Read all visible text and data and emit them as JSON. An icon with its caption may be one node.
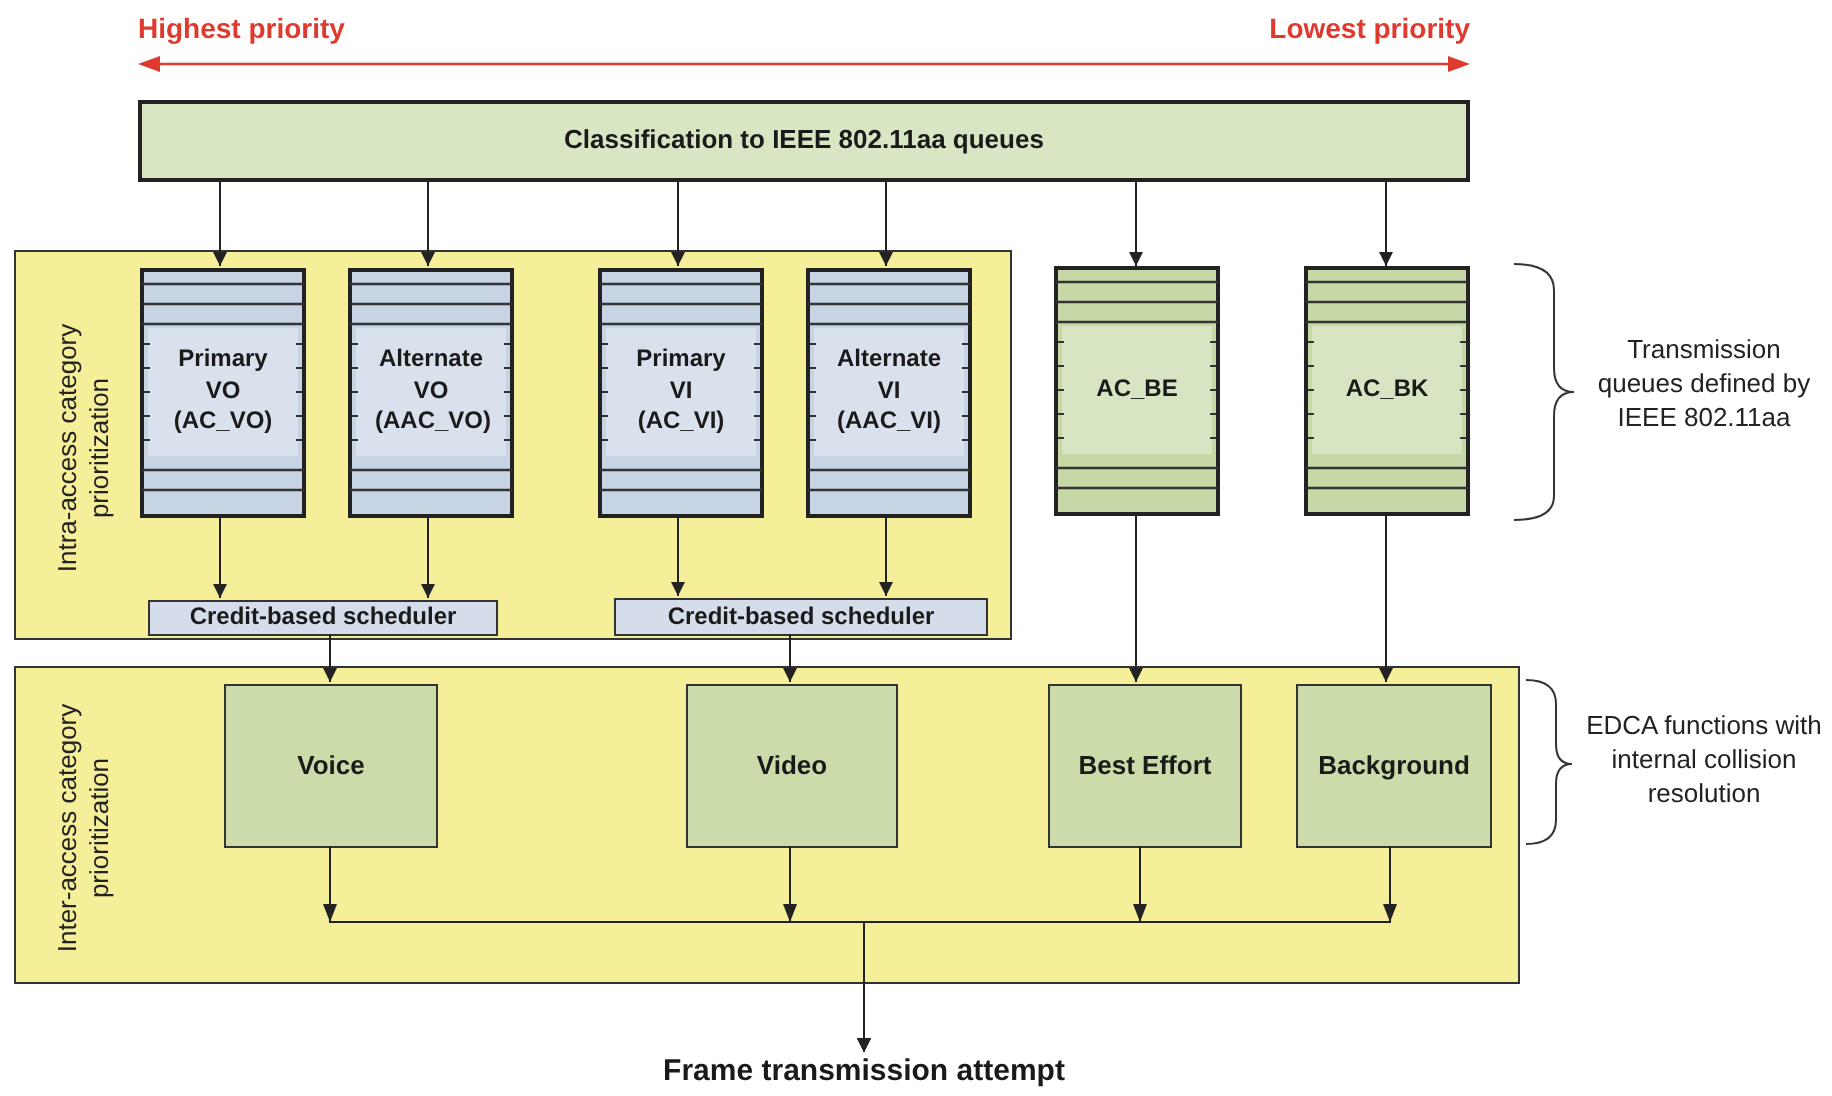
{
  "diagram": {
    "nodes": [
      {
        "text": [
          "Classification to IEEE 802.11aa queues"
        ]
      },
      {
        "text": [
          "Intra-access category prioritization"
        ]
      },
      {
        "text": [
          "Primary VO (AC_VO)"
        ],
        "in": 1
      },
      {
        "text": [
          "Alternate VO (AAC_VO)"
        ],
        "in": 1
      },
      {
        "text": [
          "Primary VI (AC_VI)"
        ],
        "in": 1
      },
      {
        "text": [
          "Alternate VI (AAC_VI)"
        ],
        "in": 1
      },
      {
        "text": [
          "Credit-based scheduler"
        ],
        "in": 1
      },
      {
        "text": [
          "Credit-based scheduler"
        ],
        "in": 1
      },
      {
        "text": [
          "AC_BE"
        ]
      },
      {
        "text": [
          "AC_BK"
        ]
      },
      {
        "text": [
          "Inter-access category prioritization"
        ]
      },
      {
        "text": [
          "Voice"
        ],
        "in": 10
      },
      {
        "text": [
          "Video"
        ],
        "in": 10
      },
      {
        "text": [
          "Best Effort"
        ],
        "in": 10
      },
      {
        "text": [
          "Background"
        ],
        "in": 10
      },
      {
        "text": [
          "Frame transmission attempt"
        ]
      }
    ],
    "edges": [
      {
        "from": 0,
        "to": 2,
        "arrow": "to"
      },
      {
        "from": 0,
        "to": 3,
        "arrow": "to"
      },
      {
        "from": 0,
        "to": 4,
        "arrow": "to"
      },
      {
        "from": 0,
        "to": 5,
        "arrow": "to"
      },
      {
        "from": 0,
        "to": 8,
        "arrow": "to"
      },
      {
        "from": 0,
        "to": 9,
        "arrow": "to"
      },
      {
        "from": 2,
        "to": 6,
        "arrow": "to"
      },
      {
        "from": 3,
        "to": 6,
        "arrow": "to"
      },
      {
        "from": 4,
        "to": 7,
        "arrow": "to"
      },
      {
        "from": 5,
        "to": 7,
        "arrow": "to"
      },
      {
        "from": 6,
        "to": 11,
        "arrow": "to"
      },
      {
        "from": 7,
        "to": 12,
        "arrow": "to"
      },
      {
        "from": 8,
        "to": 13,
        "arrow": "to"
      },
      {
        "from": 9,
        "to": 14,
        "arrow": "to"
      },
      {
        "from": 11,
        "to": 15,
        "arrow": "to"
      },
      {
        "from": 12,
        "to": 15,
        "arrow": "to"
      },
      {
        "from": 13,
        "to": 15,
        "arrow": "to"
      },
      {
        "from": 14,
        "to": 15,
        "arrow": "to"
      }
    ],
    "labels": [
      "Highest priority",
      "Lowest priority",
      "Transmission queues defined by IEEE 802.11aa",
      "EDCA functions with internal collision resolution"
    ]
  }
}
